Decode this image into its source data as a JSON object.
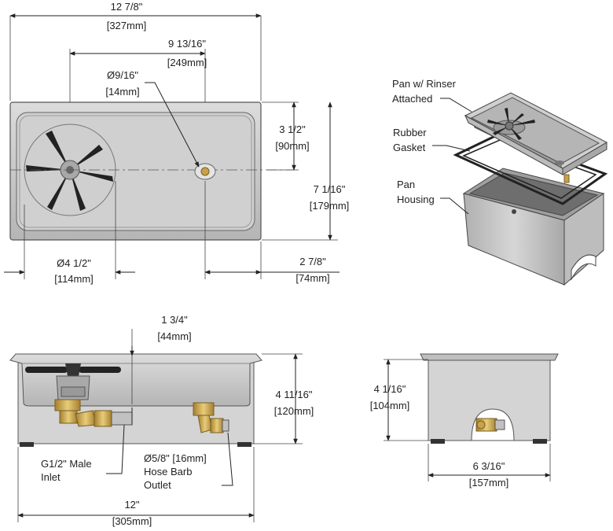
{
  "top_view": {
    "overall_width": {
      "imperial": "12 7/8\"",
      "metric": "[327mm]"
    },
    "rinser_to_drain": {
      "imperial": "9 13/16\"",
      "metric": "[249mm]"
    },
    "drain_diameter": {
      "imperial": "Ø9/16\"",
      "metric": "[14mm]"
    },
    "half_depth": {
      "imperial": "3 1/2\"",
      "metric": "[90mm]"
    },
    "overall_depth": {
      "imperial": "7 1/16\"",
      "metric": "[179mm]"
    },
    "rinser_diameter": {
      "imperial": "Ø4 1/2\"",
      "metric": "[114mm]"
    },
    "drain_offset": {
      "imperial": "2 7/8\"",
      "metric": "[74mm]"
    }
  },
  "exploded_view": {
    "labels": [
      {
        "line1": "Pan w/ Rinser",
        "line2": "Attached"
      },
      {
        "line1": "Rubber",
        "line2": "Gasket"
      },
      {
        "line1": "Pan",
        "line2": "Housing"
      }
    ]
  },
  "front_view": {
    "pan_depth": {
      "imperial": "1 3/4\"",
      "metric": "[44mm]"
    },
    "overall_height": {
      "imperial": "4 11/16\"",
      "metric": "[120mm]"
    },
    "overall_width": {
      "imperial": "12\"",
      "metric": "[305mm]"
    },
    "inlet_label": {
      "line1": "G1/2\" Male",
      "line2": "Inlet"
    },
    "outlet_label": {
      "line1": "Ø5/8\" [16mm]",
      "line2": "Hose Barb",
      "line3": "Outlet"
    }
  },
  "side_view": {
    "height": {
      "imperial": "4 1/16\"",
      "metric": "[104mm]"
    },
    "width": {
      "imperial": "6 3/16\"",
      "metric": "[157mm]"
    }
  },
  "colors": {
    "steel": "#c9c9c9",
    "steel_dark": "#8c8c8c",
    "brass": "#c8a24a",
    "rubber": "#222222"
  }
}
